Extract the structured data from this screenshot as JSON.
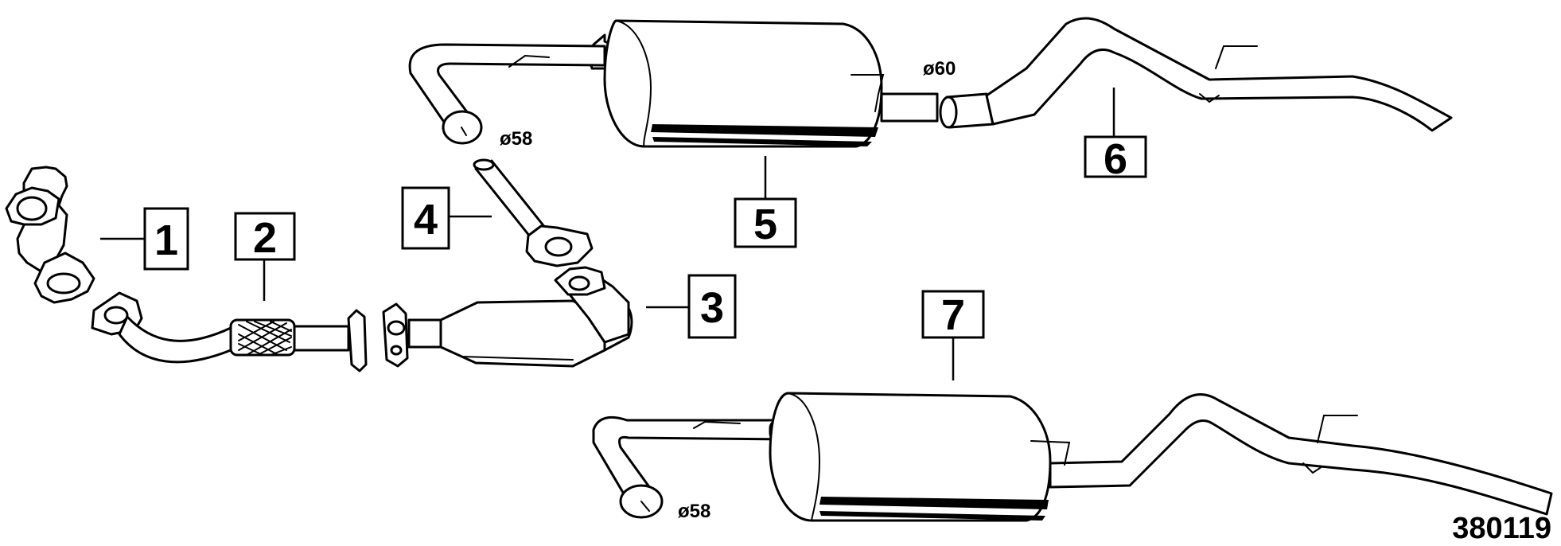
{
  "callouts": [
    "1",
    "2",
    "3",
    "4",
    "5",
    "6",
    "7"
  ],
  "dimensions": {
    "d58_upper": "ø58",
    "d60": "ø60",
    "d58_lower": "ø58"
  },
  "reference_number": "380119"
}
